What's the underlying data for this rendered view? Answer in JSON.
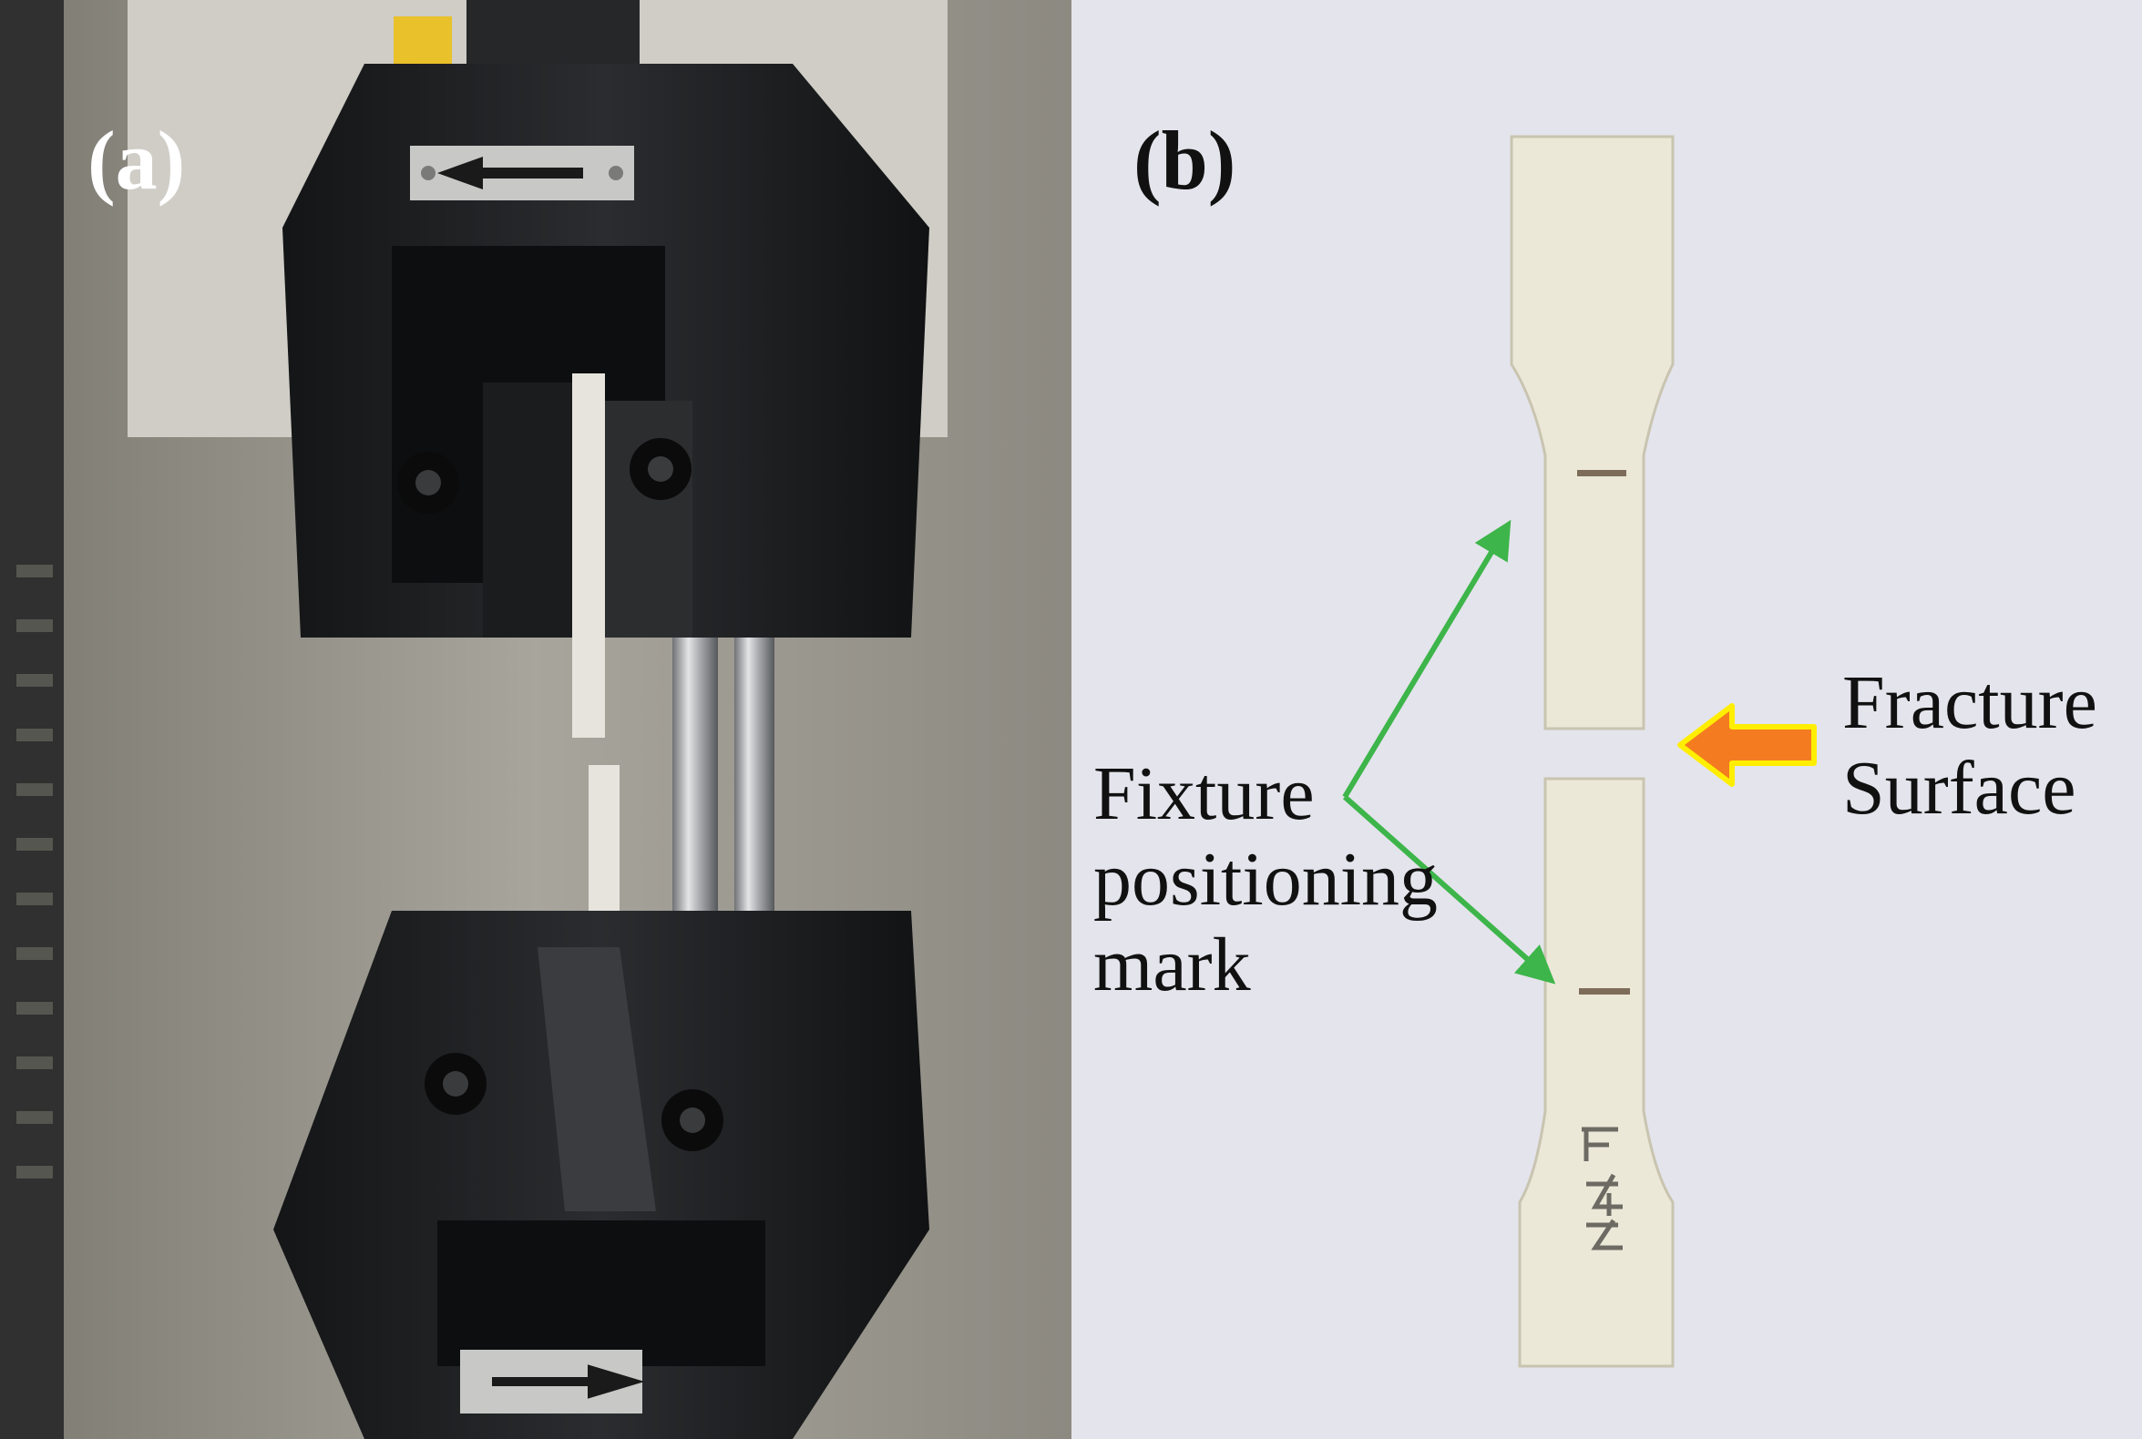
{
  "panels": {
    "a": {
      "label": "(a)"
    },
    "b": {
      "label": "(b)",
      "annotations": {
        "fixture_mark": {
          "line1": "Fixture",
          "line2": "positioning",
          "line3": "mark"
        },
        "fracture_surface": {
          "line1": "Fracture",
          "line2": "Surface"
        }
      }
    }
  },
  "colors": {
    "pointer_arrow": "#3db54a",
    "fracture_arrow": "#f47b20",
    "fracture_arrow_outline": "#ffee00",
    "specimen": "#ece8d8",
    "grip": "#1d1e20"
  }
}
